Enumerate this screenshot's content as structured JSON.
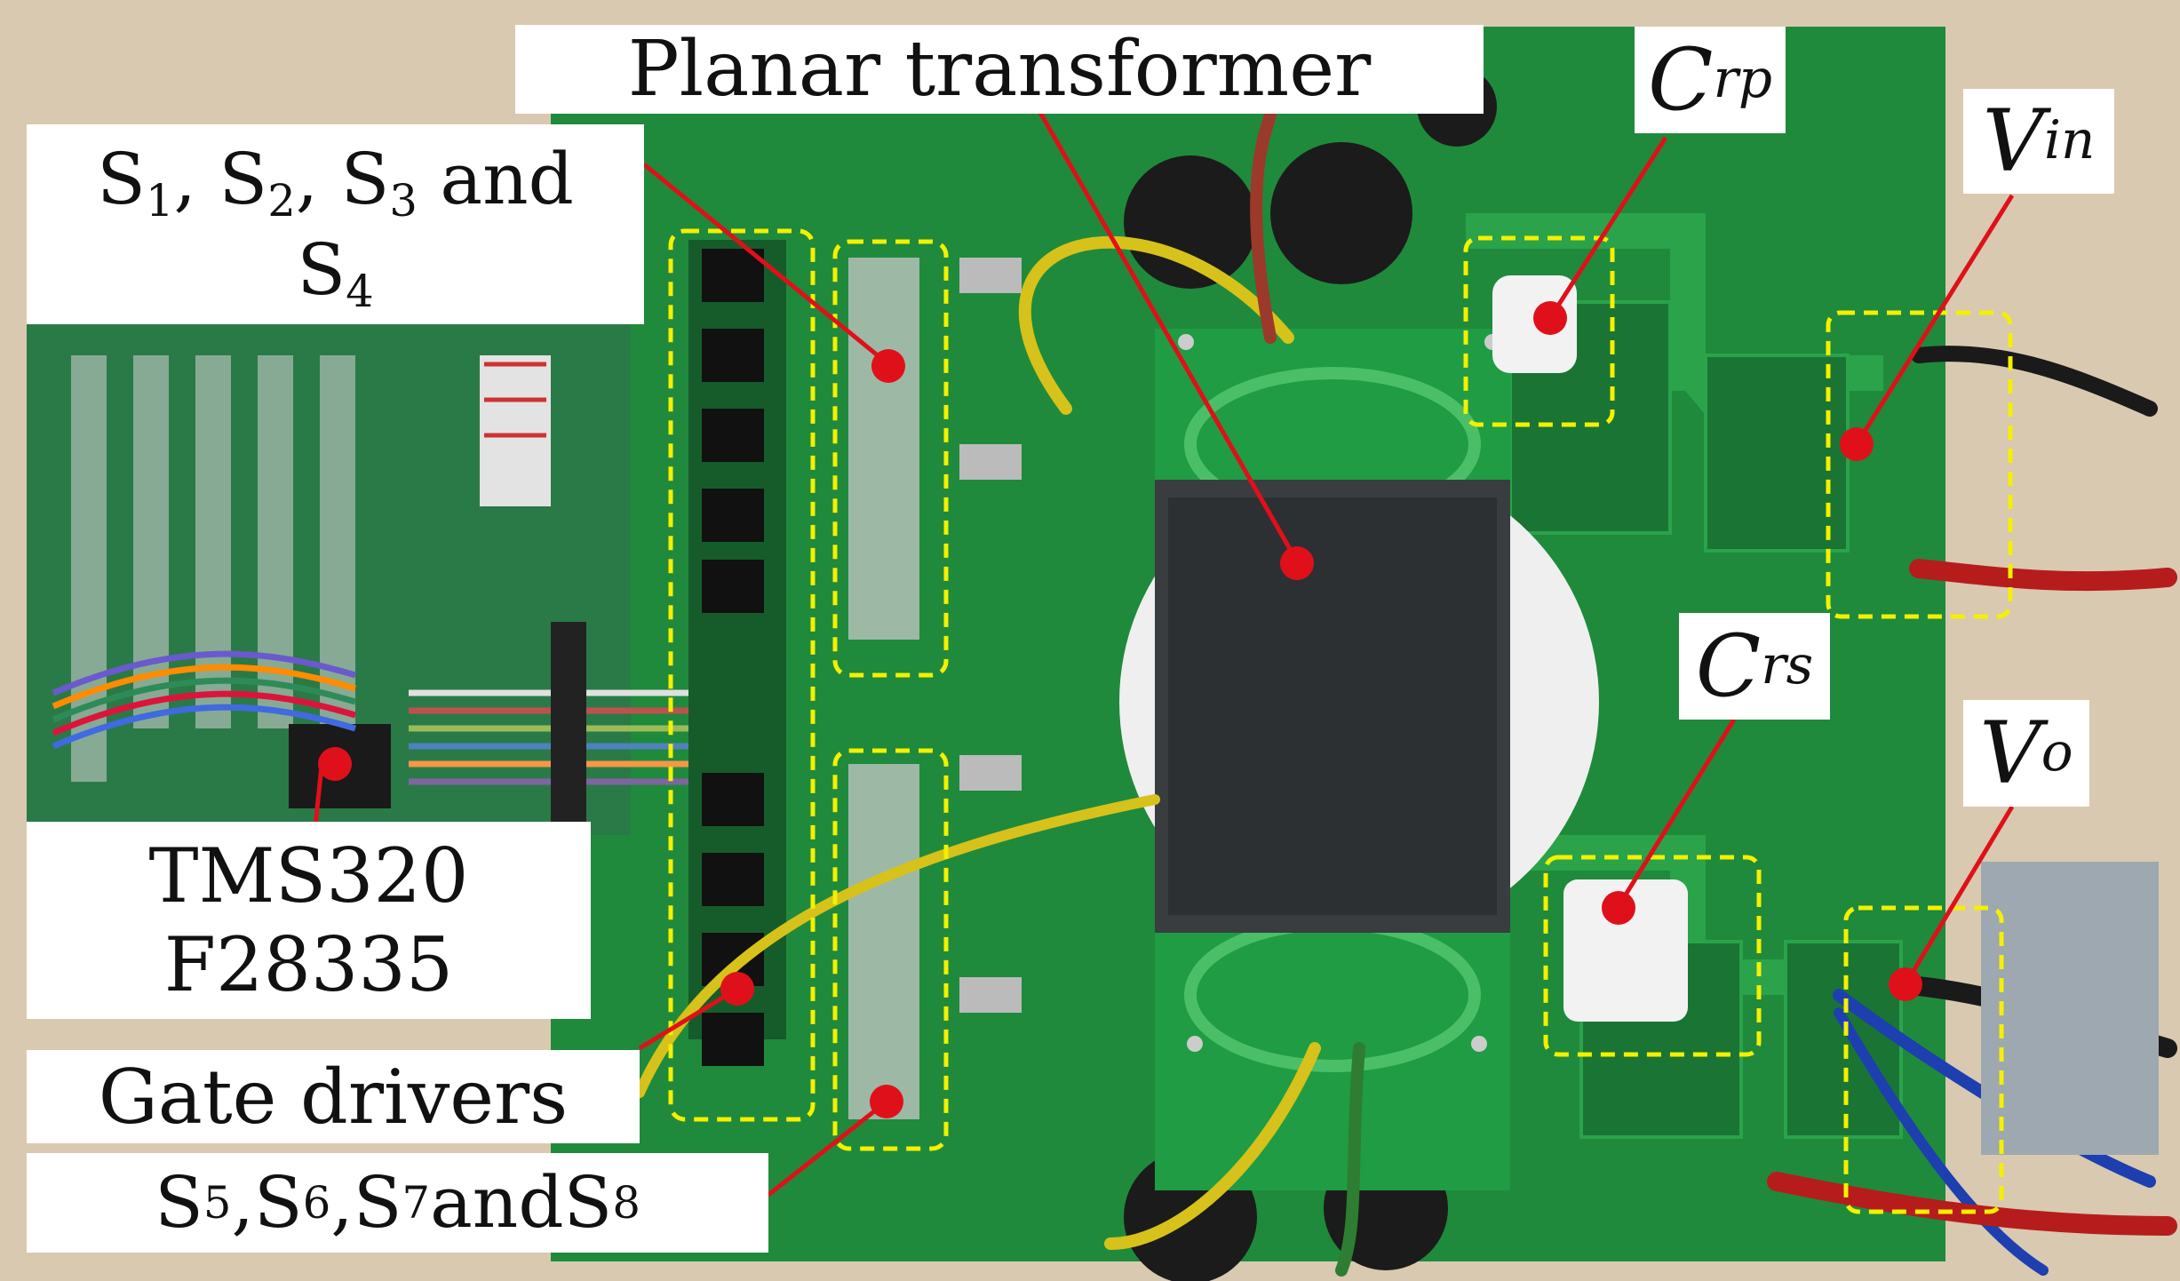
{
  "figure": {
    "labels": {
      "planar_transformer": "Planar transformer",
      "crp": {
        "symbol": "C",
        "sub": "rp"
      },
      "vin": {
        "symbol": "V",
        "sub": "in"
      },
      "crs": {
        "symbol": "C",
        "sub": "rs"
      },
      "vo": {
        "symbol": "V",
        "sub": "o"
      },
      "s1_s4": {
        "s1": "1",
        "s2": "2",
        "s3": "3",
        "s4": "4",
        "prefix": "S",
        "sep": ", ",
        "and": " and "
      },
      "tms": {
        "line1": "TMS320",
        "line2": "F28335"
      },
      "gate_drivers": "Gate drivers",
      "s5_s8": {
        "s5": "5",
        "s6": "6",
        "s7": "7",
        "s8": "8",
        "prefix": "S",
        "sep": ", ",
        "and": " and "
      }
    },
    "colors": {
      "pcb_green": "#1f8a3c",
      "dashed_box": "#f4f000",
      "pointer": "#e0101a",
      "core": "#3a3d3f",
      "wood": "#d9c9b0"
    }
  }
}
